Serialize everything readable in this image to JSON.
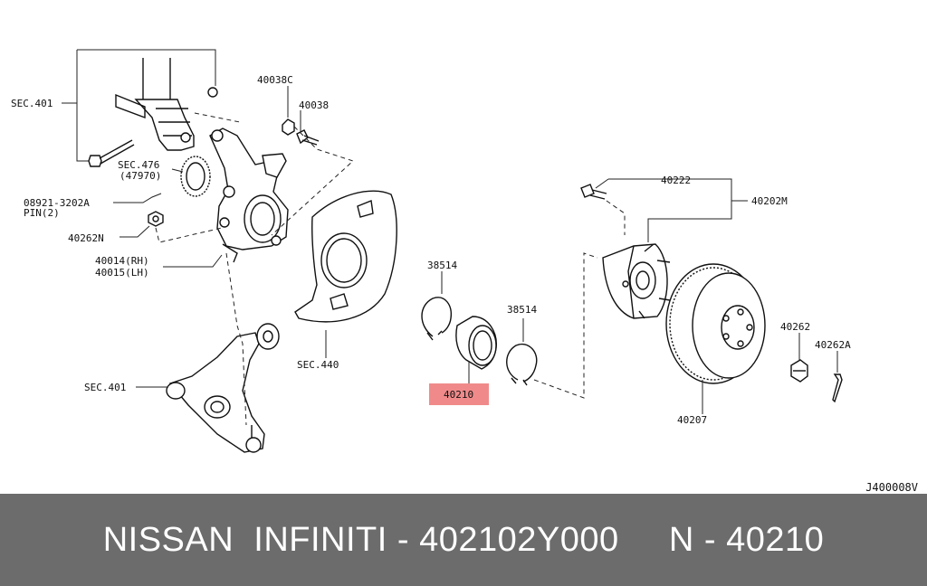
{
  "diagram": {
    "highlight_color": "#f08a8a",
    "labels": {
      "sec401_top": "SEC.401",
      "p40038c": "40038C",
      "p40038": "40038",
      "sec476": "SEC.476",
      "p47970": "(47970)",
      "pin_part": "08921-3202A",
      "pin_desc": "PIN(2)",
      "p40262n": "40262N",
      "p40014": "40014(RH)",
      "p40015": "40015(LH)",
      "sec401_bottom": "SEC.401",
      "sec440": "SEC.440",
      "p38514_left": "38514",
      "p38514_right": "38514",
      "p40210": "40210",
      "p40222": "40222",
      "p40202m": "40202M",
      "p40262": "40262",
      "p40262a": "40262A",
      "p40207": "40207"
    },
    "reference_code": "J400008V"
  },
  "footer": {
    "caption": "NISSAN  INFINITI - 402102Y000     N - 40210"
  }
}
